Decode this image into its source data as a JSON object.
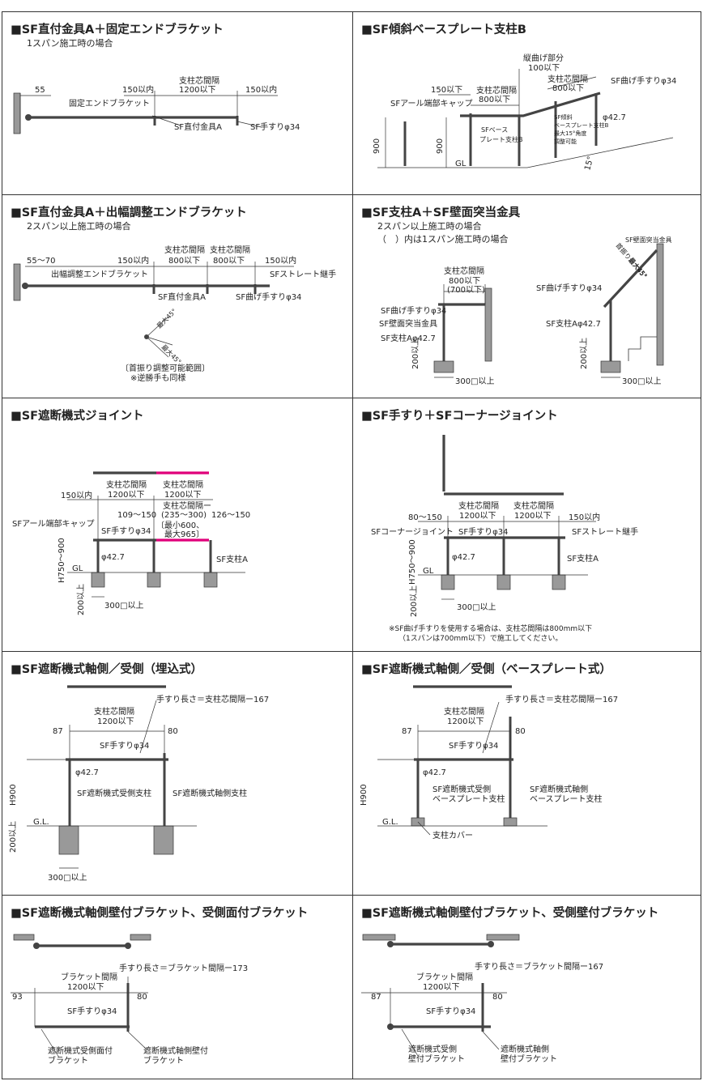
{
  "panels": [
    {
      "title": "■SF直付金具A＋固定エンドブラケット",
      "subtitle": "1スパン施工時の場合",
      "labels": [
        "55",
        "150以内",
        "支柱芯間隔",
        "1200以下",
        "150以内",
        "固定エンドブラケット",
        "SF直付金具A",
        "SF手すりφ34"
      ]
    },
    {
      "title": "■SF傾斜ベースプレート支柱B",
      "labels": [
        "縦曲げ部分",
        "100以下",
        "支柱芯間隔",
        "800以下",
        "150以下",
        "支柱芯間隔",
        "800以下",
        "SF曲げ手すりφ34",
        "SFアール端部キャップ",
        "φ42.7",
        "SFベース",
        "プレート支柱B",
        "SF傾斜",
        "ベースプレート支柱B",
        "最大15°角度",
        "調整可能",
        "900",
        "900",
        "GL",
        "15°"
      ]
    },
    {
      "title": "■SF直付金具A＋出幅調整エンドブラケット",
      "subtitle": "2スパン以上施工時の場合",
      "labels": [
        "55〜70",
        "150以内",
        "支柱芯間隔",
        "800以下",
        "支柱芯間隔",
        "800以下",
        "150以内",
        "出幅調整エンドブラケット",
        "SFストレート継手",
        "SF直付金具A",
        "SF曲げ手すりφ34",
        "最大45°",
        "最大45°",
        "〔首振り調整可能範囲〕",
        "※逆勝手も同様"
      ]
    },
    {
      "title": "■SF支柱A＋SF壁面突当金具",
      "subtitle": "2スパン以上施工時の場合",
      "subtitle2": "（　）内は1スパン施工時の場合",
      "labels": [
        "支柱芯間隔",
        "800以下",
        "(700以下)",
        "SF曲げ手すりφ34",
        "SF壁面突当金具",
        "SF支柱Aφ42.7",
        "200以上",
        "300□以上",
        "SF壁面突当金具",
        "最大45°",
        "首振り最大45°",
        "SF曲げ手すりφ34",
        "SF支柱Aφ42.7",
        "200以上",
        "300□以上"
      ]
    },
    {
      "title": "■SF遮断機式ジョイント",
      "labels": [
        "150以内",
        "支柱芯間隔",
        "1200以下",
        "支柱芯間隔",
        "1200以下",
        "109〜150",
        "支柱芯間隔ー",
        "(235〜300)",
        "126〜150",
        "〔最小600、",
        "最大965〕",
        "SFアール端部キャップ",
        "SF手すりφ34",
        "φ42.7",
        "SF支柱A",
        "H750〜900",
        "GL",
        "200以上",
        "300□以上"
      ]
    },
    {
      "title": "■SF手すり＋SFコーナージョイント",
      "labels": [
        "80〜150",
        "支柱芯間隔",
        "1200以下",
        "支柱芯間隔",
        "1200以下",
        "150以内",
        "SFコーナージョイント",
        "SF手すりφ34",
        "SFストレート継手",
        "φ42.7",
        "SF支柱A",
        "H750〜900",
        "GL",
        "200以上",
        "300□以上",
        "※SF曲げ手すりを使用する場合は、支柱芯間隔は800mm以下",
        "（1スパンは700mm以下）で施工してください。"
      ]
    },
    {
      "title": "■SF遮断機式軸側／受側（埋込式）",
      "labels": [
        "手すり長さ＝支柱芯間隔ー167",
        "支柱芯間隔",
        "1200以下",
        "87",
        "80",
        "SF手すりφ34",
        "φ42.7",
        "H900",
        "SF遮断機式受側支柱",
        "SF遮断機式軸側支柱",
        "G.L.",
        "200以上",
        "300□以上"
      ]
    },
    {
      "title": "■SF遮断機式軸側／受側（ベースプレート式）",
      "labels": [
        "手すり長さ＝支柱芯間隔ー167",
        "支柱芯間隔",
        "1200以下",
        "87",
        "80",
        "SF手すりφ34",
        "φ42.7",
        "H900",
        "SF遮断機式受側",
        "ベースプレート支柱",
        "SF遮断機式軸側",
        "ベースプレート支柱",
        "G.L.",
        "支柱カバー"
      ]
    },
    {
      "title": "■SF遮断機式軸側壁付ブラケット、受側面付ブラケット",
      "labels": [
        "手すり長さ＝ブラケット間隔ー173",
        "ブラケット間隔",
        "1200以下",
        "93",
        "80",
        "SF手すりφ34",
        "遮断機式受側面付",
        "ブラケット",
        "遮断機式軸側壁付",
        "ブラケット"
      ]
    },
    {
      "title": "■SF遮断機式軸側壁付ブラケット、受側壁付ブラケット",
      "labels": [
        "手すり長さ＝ブラケット間隔ー167",
        "ブラケット間隔",
        "1200以下",
        "87",
        "80",
        "SF手すりφ34",
        "遮断機式受側",
        "壁付ブラケット",
        "遮断機式軸側",
        "壁付ブラケット"
      ]
    }
  ],
  "colors": {
    "line": "#333333",
    "rail": "#444444",
    "highlight": "#e0007a",
    "hatch": "#999999"
  }
}
